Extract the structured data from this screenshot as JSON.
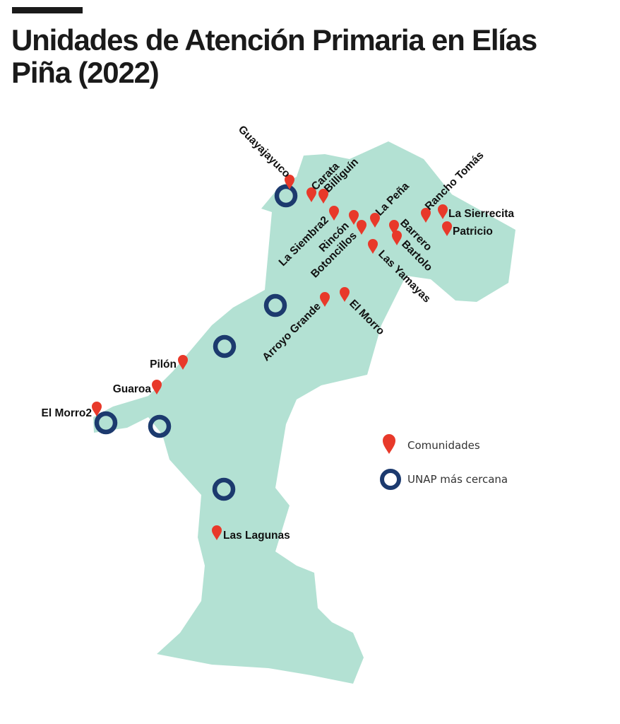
{
  "title": "Unidades de Atención Primaria en Elías Piña (2022)",
  "colors": {
    "region": "#b3e1d3",
    "pin": "#e8392a",
    "unap": "#1c3a6e"
  },
  "communities": [
    "Guayajayuco",
    "Carata",
    "Billiguín",
    "La Siembra2",
    "Rincón",
    "Botoncillos",
    "La Peña",
    "Barrero",
    "Bartolo",
    "Las Yamayas",
    "Rancho Tomás",
    "La Sierrecita",
    "Patricio",
    "Arroyo Grande",
    "El Morro",
    "Pilón",
    "Guaroa",
    "El Morro2",
    "Las Lagunas"
  ],
  "unap_count": 6,
  "legend": {
    "communities_label": "Comunidades",
    "unap_label": "UNAP más cercana"
  }
}
